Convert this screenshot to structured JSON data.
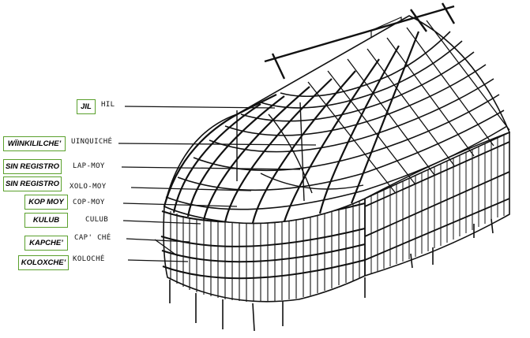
{
  "boxes": {
    "jil": "JIL",
    "wiinkililche": "WÏINKILILCHE’",
    "sin_registro_1": "SIN REGISTRO",
    "sin_registro_2": "SIN REGISTRO",
    "kop_moy": "KOP MOY",
    "kulub": "KULUB",
    "kapche": "KAPCHE’",
    "koloxche": "KOLOXCHE’"
  },
  "labels": {
    "hil": "HIL",
    "uinquiche": "UINQUICHÉ",
    "lap_moy": "LAP-MOY",
    "xolo_moy": "XOLO-MOY",
    "cop_moy": "COP-MOY",
    "culub": "CULUB",
    "cap_che": "CAP' CHÉ",
    "koloche": "KOLOCHÉ"
  },
  "colors": {
    "box_border": "#5aa02c",
    "ink": "#111111"
  }
}
